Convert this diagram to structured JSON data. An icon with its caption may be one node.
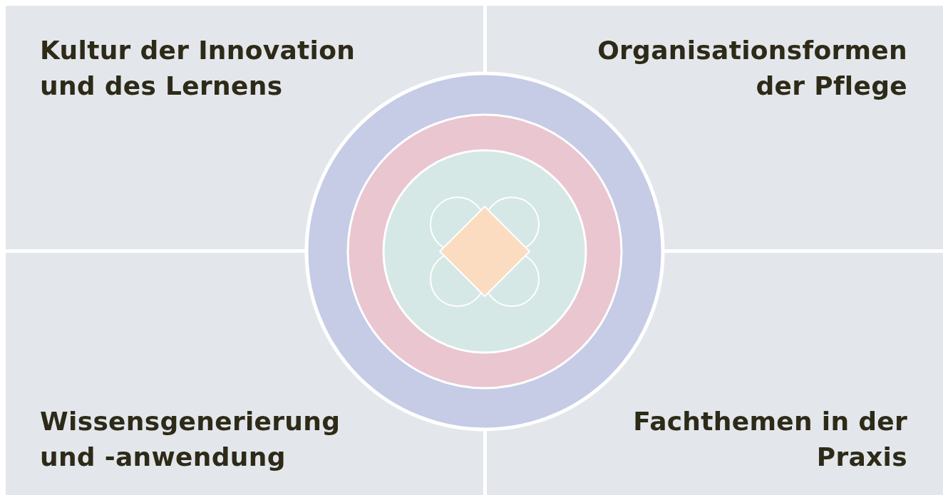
{
  "diagram": {
    "nodes": [
      {
        "text": [
          "Kultur der Innovation und des Lernens"
        ]
      },
      {
        "text": [
          "Organisationsformen der Pflege"
        ]
      },
      {
        "text": [
          "Wissensgenerierung und -anwendung"
        ]
      },
      {
        "text": [
          "Fachthemen in der Praxis"
        ]
      }
    ]
  }
}
